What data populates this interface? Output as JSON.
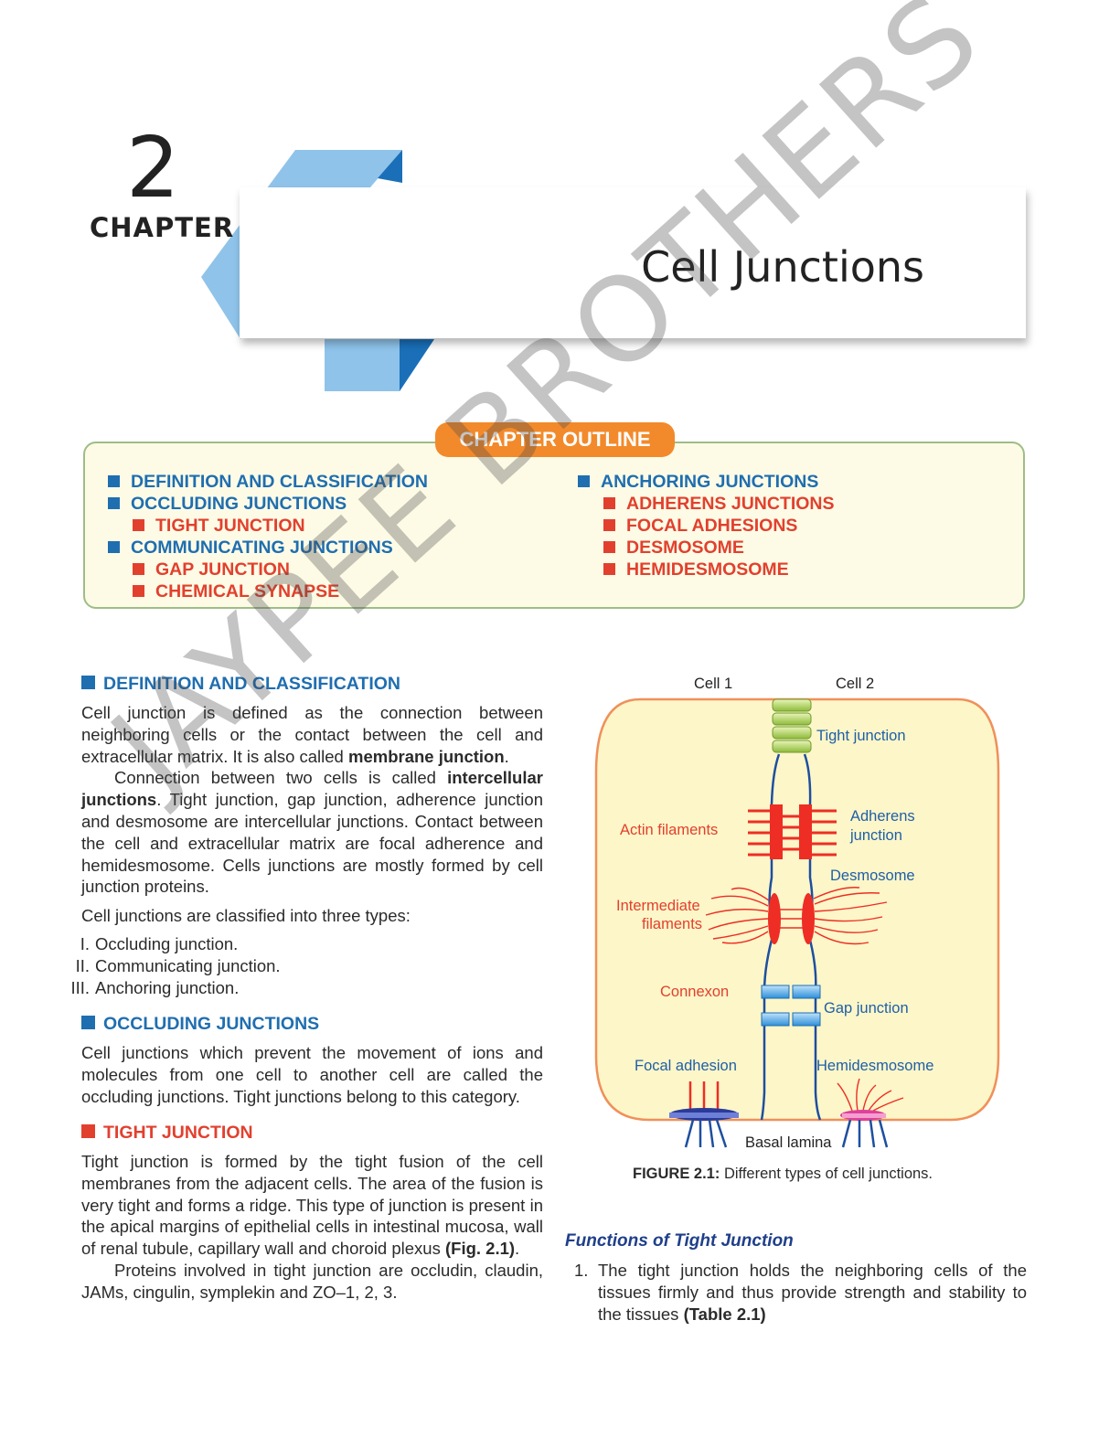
{
  "header": {
    "chapter_number": "2",
    "chapter_word": "CHAPTER",
    "title": "Cell Junctions"
  },
  "outline": {
    "label": "CHAPTER OUTLINE",
    "left": [
      {
        "text": "DEFINITION AND CLASSIFICATION",
        "level": 1
      },
      {
        "text": "OCCLUDING JUNCTIONS",
        "level": 1
      },
      {
        "text": "TIGHT JUNCTION",
        "level": 2
      },
      {
        "text": "COMMUNICATING JUNCTIONS",
        "level": 1
      },
      {
        "text": "GAP JUNCTION",
        "level": 2
      },
      {
        "text": "CHEMICAL SYNAPSE",
        "level": 2
      }
    ],
    "right": [
      {
        "text": "ANCHORING JUNCTIONS",
        "level": 1
      },
      {
        "text": "ADHERENS JUNCTIONS",
        "level": 2
      },
      {
        "text": "FOCAL ADHESIONS",
        "level": 2
      },
      {
        "text": "DESMOSOME",
        "level": 2
      },
      {
        "text": "HEMIDESMOSOME",
        "level": 2
      }
    ]
  },
  "sections": {
    "definition": {
      "heading": "DEFINITION AND CLASSIFICATION",
      "p1_a": "Cell junction is defined as the connection between neighboring cells or the contact between the cell and extracellular matrix. It is also called ",
      "p1_b": "membrane junction",
      "p1_c": ".",
      "p2_a": "Connection between two cells is called ",
      "p2_b": "intercellular junctions",
      "p2_c": ". Tight junction, gap junction, adherence junction and desmosome are intercellular junctions. Contact between the cell and extracellular matrix are focal adherence and hemidesmosome. Cells junctions are mostly formed by cell junction proteins.",
      "p3": "Cell junctions are classified into three types:",
      "types": [
        {
          "num": "I.",
          "text": "Occluding junction."
        },
        {
          "num": "II.",
          "text": "Communicating junction."
        },
        {
          "num": "III.",
          "text": "Anchoring junction."
        }
      ]
    },
    "occluding": {
      "heading": "OCCLUDING JUNCTIONS",
      "p1": "Cell junctions which prevent the movement of ions and molecules from one cell to another cell are called the occluding junctions. Tight junctions belong to this category."
    },
    "tight": {
      "heading": "TIGHT JUNCTION",
      "p1_a": "Tight junction is formed by the tight fusion of the cell membranes from the adjacent cells. The area of the fusion is very tight and forms a ridge. This type of junction is present in the apical margins of epithelial cells in intestinal mucosa, wall of renal tubule, capillary wall and choroid plexus ",
      "p1_b": "(Fig. 2.1)",
      "p1_c": ".",
      "p2": "Proteins involved in tight junction are occludin, claudin, JAMs, cingulin, symplekin and ZO–1, 2, 3."
    },
    "functions": {
      "heading": "Functions of Tight Junction",
      "item1_num": "1.",
      "item1_a": "The tight junction holds the neighboring cells of the tissues firmly and thus provide strength and stability to the tissues ",
      "item1_b": "(Table 2.1)"
    }
  },
  "figure": {
    "labels": {
      "cell1": "Cell 1",
      "cell2": "Cell 2",
      "tight_junction": "Tight junction",
      "adherens_1": "Adherens",
      "adherens_2": "junction",
      "actin": "Actin filaments",
      "desmosome": "Desmosome",
      "intermediate_1": "Intermediate",
      "intermediate_2": "filaments",
      "connexon": "Connexon",
      "gap_junction": "Gap junction",
      "focal_adhesion": "Focal adhesion",
      "hemidesmosome": "Hemidesmosome",
      "basal_lamina": "Basal lamina"
    },
    "caption_label": "FIGURE 2.1:",
    "caption_text": "Different types of cell junctions."
  },
  "watermark": "JAYPEE BROTHERS",
  "colors": {
    "blue_heading": "#1f6eb0",
    "red_heading": "#e2402e",
    "outline_pill": "#f28a2b",
    "outline_bg": "#fdfbe6",
    "ribbon_light": "#8fc3ea",
    "ribbon_dark": "#1a6fb8",
    "cell_fill": "#fdf6c8",
    "cell_border": "#f0905a"
  }
}
